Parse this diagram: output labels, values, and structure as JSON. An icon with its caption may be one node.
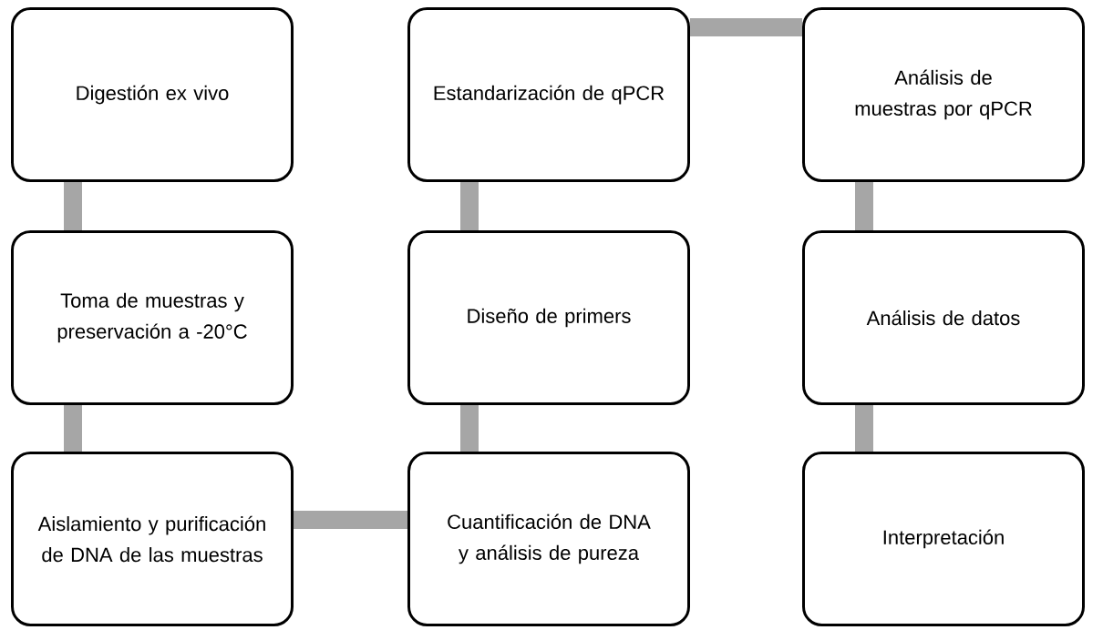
{
  "diagram": {
    "nodes": [
      {
        "text": [
          "Digestión ex vivo"
        ]
      },
      {
        "text": [
          "Toma de muestras y preservación a -20°C"
        ]
      },
      {
        "text": [
          "Aislamiento y purificación de DNA de las muestras"
        ]
      },
      {
        "text": [
          "Estandarización de qPCR"
        ]
      },
      {
        "text": [
          "Diseño de primers"
        ]
      },
      {
        "text": [
          "Cuantificación de DNA y análisis de pureza"
        ]
      },
      {
        "text": [
          "Análisis de muestras por qPCR"
        ]
      },
      {
        "text": [
          "Análisis de datos"
        ]
      },
      {
        "text": [
          "Interpretación"
        ]
      }
    ],
    "edges": [
      {
        "from": 0,
        "to": 1,
        "arrow": "none"
      },
      {
        "from": 1,
        "to": 2,
        "arrow": "none"
      },
      {
        "from": 2,
        "to": 5,
        "arrow": "none"
      },
      {
        "from": 5,
        "to": 4,
        "arrow": "none"
      },
      {
        "from": 4,
        "to": 3,
        "arrow": "none"
      },
      {
        "from": 3,
        "to": 6,
        "arrow": "none"
      },
      {
        "from": 6,
        "to": 7,
        "arrow": "none"
      },
      {
        "from": 7,
        "to": 8,
        "arrow": "none"
      }
    ]
  }
}
